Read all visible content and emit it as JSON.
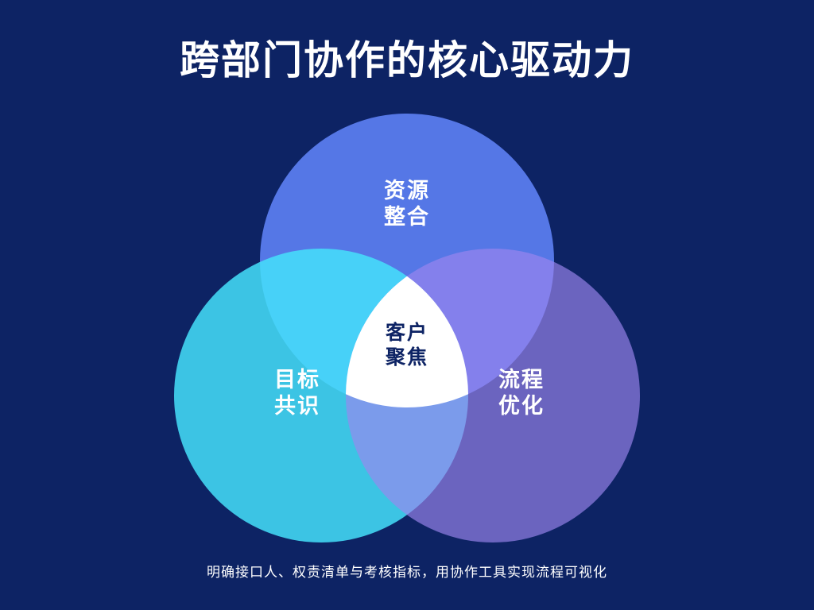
{
  "slide": {
    "title": "跨部门协作的核心驱动力",
    "footer": "明确接口人、权责清单与考核指标，用协作工具实现流程可视化"
  },
  "diagram": {
    "type": "venn-3",
    "circles": [
      {
        "name": "资源整合",
        "line1": "资源",
        "line2": "整合",
        "color": "#5577E6",
        "position": "top"
      },
      {
        "name": "目标共识",
        "line1": "目标",
        "line2": "共识",
        "color": "#45E0FA",
        "position": "bottom-left"
      },
      {
        "name": "流程优化",
        "line1": "流程",
        "line2": "优化",
        "color": "#9D85EF",
        "position": "bottom-right"
      }
    ],
    "center": {
      "name": "客户聚焦",
      "line1": "客户",
      "line2": "聚焦",
      "color": "#FFFFFF",
      "text_color": "#0D2364"
    }
  },
  "colors": {
    "background": "#0D2364",
    "title_text": "#FFFFFF",
    "label_text": "#FFFFFF"
  }
}
